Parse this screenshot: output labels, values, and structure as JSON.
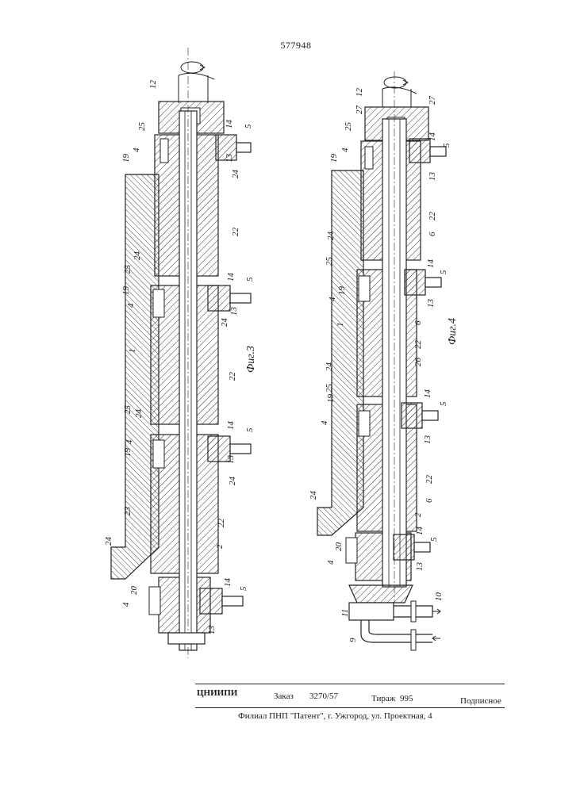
{
  "header": {
    "patent_number": "577948"
  },
  "figures": [
    {
      "caption": "Фиг.3",
      "labels": [
        "12",
        "25",
        "14",
        "5",
        "19",
        "4",
        "13",
        "24",
        "22",
        "24",
        "25",
        "14",
        "5",
        "19",
        "4",
        "13",
        "24",
        "22",
        "25",
        "24",
        "14",
        "5",
        "19",
        "4",
        "13",
        "24",
        "23",
        "22",
        "2",
        "24",
        "20",
        "14",
        "4",
        "5",
        "13",
        "1"
      ]
    },
    {
      "caption": "Фиг.4",
      "labels": [
        "12",
        "25",
        "27",
        "27",
        "14",
        "5",
        "19",
        "4",
        "13",
        "22",
        "6",
        "24",
        "25",
        "14",
        "5",
        "4",
        "19",
        "13",
        "1",
        "6",
        "22",
        "26",
        "24",
        "25",
        "14",
        "5",
        "19",
        "4",
        "13",
        "22",
        "6",
        "2",
        "24",
        "20",
        "14",
        "5",
        "4",
        "13",
        "10",
        "11",
        "9"
      ]
    }
  ],
  "footer": {
    "org": "ЦНИИПИ",
    "order_label": "Заказ",
    "order_value": "3270/57",
    "print_run_label": "Тираж",
    "print_run_value": "995",
    "subscription": "Подписное",
    "branch": "Филиал ПНП \"Патент\", г. Ужгород, ул. Проектная, 4"
  }
}
